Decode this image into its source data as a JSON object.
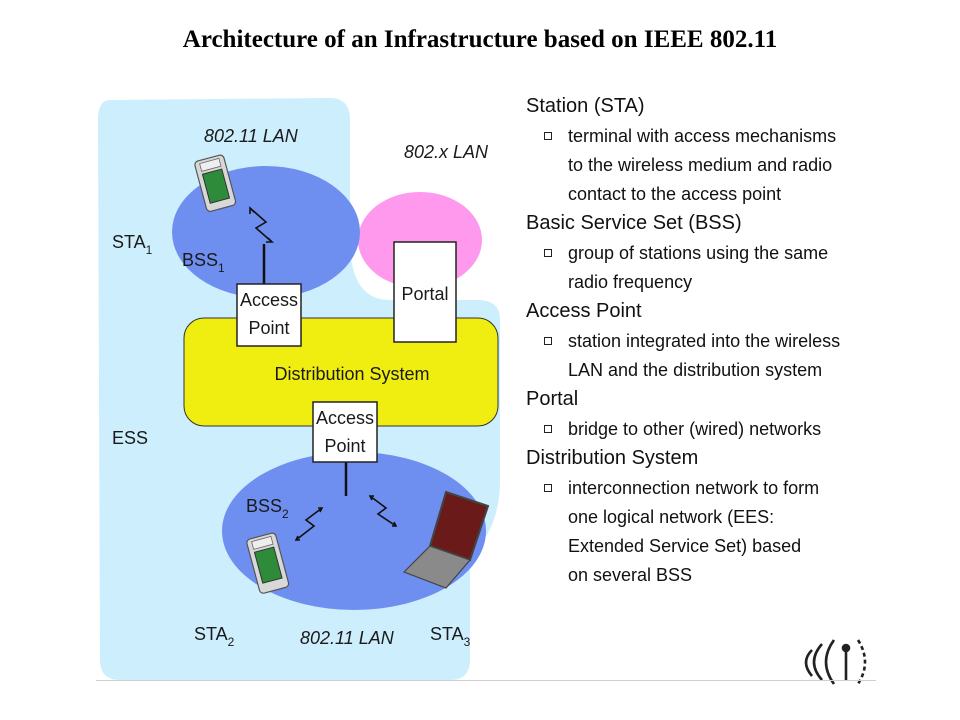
{
  "title": "Architecture of an Infrastructure based on IEEE 802.11",
  "diagram": {
    "lan_top": "802.11 LAN",
    "lan_x": "802.x LAN",
    "lan_bottom": "802.11 LAN",
    "sta1": "STA",
    "sta1_sub": "1",
    "bss1": "BSS",
    "bss1_sub": "1",
    "bss2": "BSS",
    "bss2_sub": "2",
    "sta2": "STA",
    "sta2_sub": "2",
    "sta3": "STA",
    "sta3_sub": "3",
    "ess": "ESS",
    "portal": "Portal",
    "ap1_line1": "Access",
    "ap1_line2": "Point",
    "ap2_line1": "Access",
    "ap2_line2": "Point",
    "distribution_system": "Distribution System",
    "colors": {
      "ess_area": "#cdeefd",
      "bss": "#6f8ff0",
      "lan_x": "#ff99ee",
      "distribution": "#f0ee10"
    }
  },
  "legend": [
    {
      "term": "Station (STA)",
      "lines": [
        "terminal with access mechanisms",
        "to the wireless medium and radio",
        "contact to the access point"
      ]
    },
    {
      "term": "Basic Service Set (BSS)",
      "lines": [
        "group of stations using the same",
        "radio frequency"
      ]
    },
    {
      "term": "Access Point",
      "lines": [
        "station integrated into the wireless",
        "LAN and the distribution system"
      ]
    },
    {
      "term": "Portal",
      "lines": [
        "bridge to other (wired) networks"
      ]
    },
    {
      "term": "Distribution System",
      "lines": [
        "interconnection network to form",
        "one logical network (EES:",
        "Extended Service Set) based",
        "on several BSS"
      ]
    }
  ]
}
